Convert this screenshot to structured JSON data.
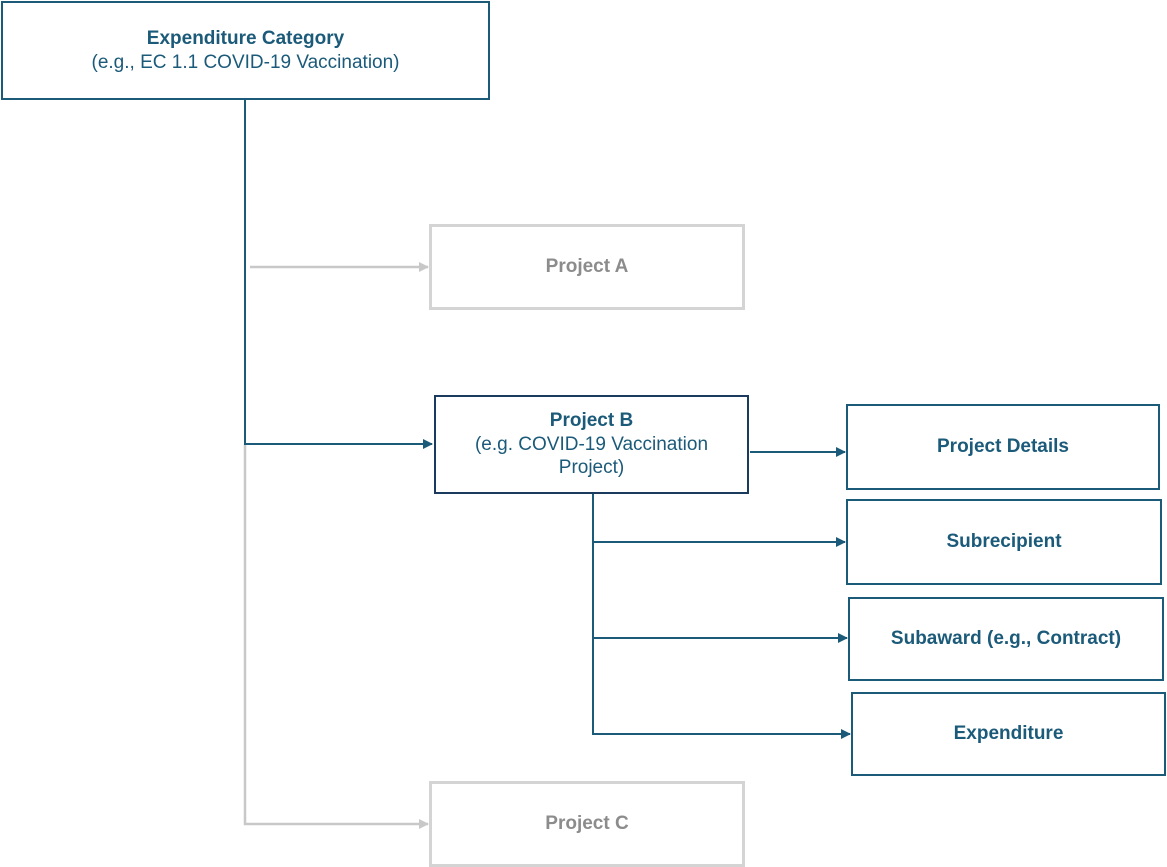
{
  "colors": {
    "active": "#1b5a79",
    "dark_border": "#1a3b5e",
    "muted_border": "#d4d4d4",
    "muted_text": "#8c8c8c",
    "muted_line": "#c8c8c8"
  },
  "expenditure_category": {
    "title": "Expenditure Category",
    "subtitle": "(e.g., EC 1.1 COVID-19 Vaccination)"
  },
  "project_a": {
    "title": "Project A"
  },
  "project_b": {
    "title": "Project B",
    "subtitle_line1": "(e.g. COVID-19 Vaccination",
    "subtitle_line2": "Project)"
  },
  "project_c": {
    "title": "Project C"
  },
  "details": {
    "project_details": "Project Details",
    "subrecipient": "Subrecipient",
    "subaward": "Subaward (e.g., Contract)",
    "expenditure": "Expenditure"
  }
}
